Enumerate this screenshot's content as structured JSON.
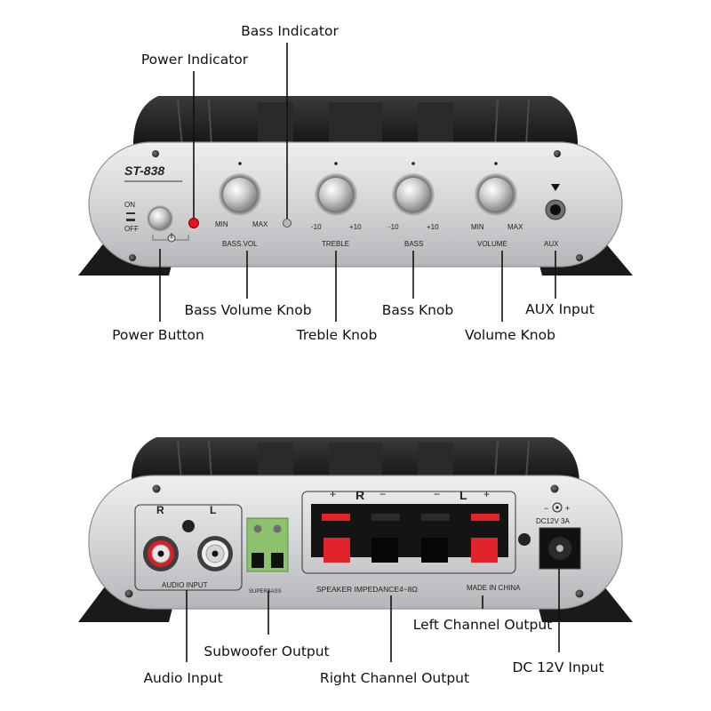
{
  "front_panel": {
    "model": "ST-838",
    "switch_on": "ON",
    "switch_off": "OFF",
    "bass_vol": {
      "label": "BASS.VOL",
      "min": "MIN",
      "max": "MAX"
    },
    "treble": {
      "label": "TREBLE",
      "min": "-10",
      "max": "+10"
    },
    "bass": {
      "label": "BASS",
      "min": "-10",
      "max": "+10"
    },
    "volume": {
      "label": "VOLUME",
      "min": "MIN",
      "max": "MAX"
    },
    "aux": "AUX"
  },
  "rear_panel": {
    "r": "R",
    "l": "L",
    "audio_input": "AUDIO INPUT",
    "superbass": "SUPERBASS",
    "plus": "+",
    "minus": "−",
    "speaker_impedance": "SPEAKER IMPEDANCE4~8Ω",
    "made_in": "MADE IN CHINA",
    "dc_rating": "DC12V 3A"
  },
  "callouts": {
    "bass_indicator": "Bass Indicator",
    "power_indicator": "Power Indicator",
    "bass_volume_knob": "Bass Volume Knob",
    "bass_knob": "Bass Knob",
    "aux_input": "AUX Input",
    "power_button": "Power Button",
    "treble_knob": "Treble Knob",
    "volume_knob": "Volume Knob",
    "subwoofer_output": "Subwoofer Output",
    "left_channel_output": "Left Channel Output",
    "audio_input": "Audio Input",
    "right_channel_output": "Right Channel Output",
    "dc_12v_input": "DC 12V Input"
  },
  "colors": {
    "power_led": "#e8101a",
    "rca_red": "#d81f26",
    "terminal_red": "#e3232b",
    "subwoofer_green": "#8cc26b",
    "chassis_black": "#1d1d1f",
    "panel_silver": "#d6d7d9"
  }
}
